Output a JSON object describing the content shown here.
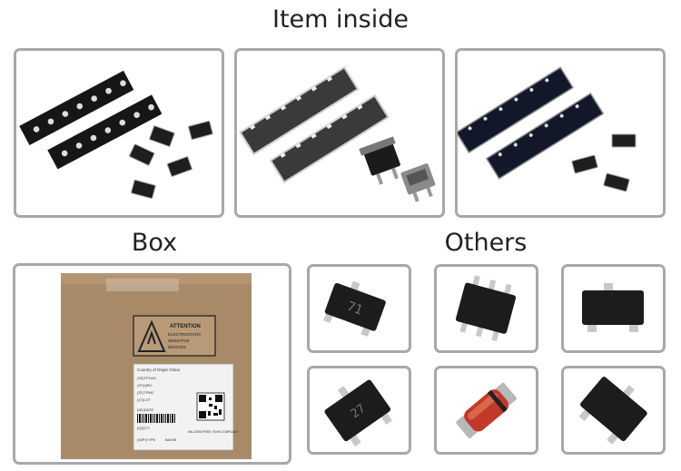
{
  "headings": {
    "item_inside": "Item inside",
    "box": "Box",
    "others": "Others"
  },
  "box_label": {
    "attention": "ATTENTION",
    "warning_lines": [
      "ELECTROSTATIC",
      "SENSITIVE",
      "DEVICES"
    ],
    "country": "Country of Origin China",
    "lines": [
      "(3S)TPLNO",
      "(3T)QRO",
      "(3T)TPMC",
      "(17)LOT",
      "(9D)DATE",
      "(Q)QTY",
      "(30P)TYPE"
    ],
    "type_value": "BAV99",
    "compliance": "HALOGEN FREE / RoHS COMPLIANT"
  },
  "chip_markings": {
    "others_top_left": "71",
    "others_bottom_left": "27"
  },
  "colors": {
    "frame_border": "#a8a8a8",
    "chip_body": "#1c1c1c",
    "lead_metal": "#c8c8c8",
    "box_cardboard": "#a98a68",
    "diode_glass": "#c0392b"
  },
  "icons": {
    "esd_warning": "esd-warning-icon",
    "qr_code": "qr-code-icon",
    "barcode": "barcode-icon"
  }
}
